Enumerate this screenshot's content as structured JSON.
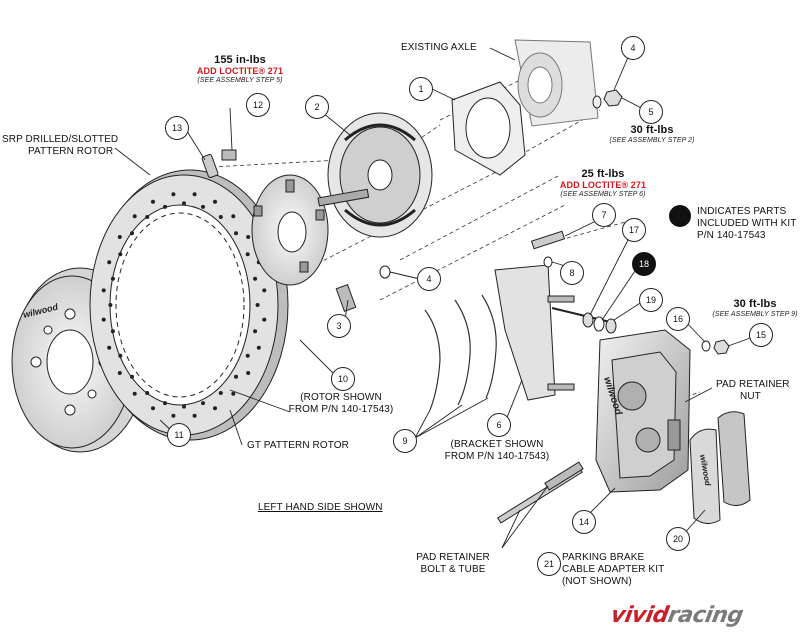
{
  "callouts": [
    {
      "id": "c1",
      "text": "1",
      "dark": false
    },
    {
      "id": "c2",
      "text": "2",
      "dark": false
    },
    {
      "id": "c3",
      "text": "3",
      "dark": false
    },
    {
      "id": "c4a",
      "text": "4",
      "dark": false
    },
    {
      "id": "c4b",
      "text": "4",
      "dark": false
    },
    {
      "id": "c5",
      "text": "5",
      "dark": false
    },
    {
      "id": "c6",
      "text": "6",
      "dark": false
    },
    {
      "id": "c7",
      "text": "7",
      "dark": false
    },
    {
      "id": "c8",
      "text": "8",
      "dark": false
    },
    {
      "id": "c9",
      "text": "9",
      "dark": false
    },
    {
      "id": "c10",
      "text": "10",
      "dark": false
    },
    {
      "id": "c11",
      "text": "11",
      "dark": false
    },
    {
      "id": "c12",
      "text": "12",
      "dark": false
    },
    {
      "id": "c13",
      "text": "13",
      "dark": false
    },
    {
      "id": "c14",
      "text": "14",
      "dark": false
    },
    {
      "id": "c15",
      "text": "15",
      "dark": false
    },
    {
      "id": "c16",
      "text": "16",
      "dark": false
    },
    {
      "id": "c17",
      "text": "17",
      "dark": false
    },
    {
      "id": "c18",
      "text": "18",
      "dark": true
    },
    {
      "id": "c19",
      "text": "19",
      "dark": false
    },
    {
      "id": "c20",
      "text": "20",
      "dark": false
    },
    {
      "id": "c21",
      "text": "21",
      "dark": false
    }
  ],
  "labels": {
    "existing_axle": "EXISTING AXLE",
    "srp_rotor_1": "SRP DRILLED/SLOTTED",
    "srp_rotor_2": "PATTERN ROTOR",
    "rotor_shown_1": "(ROTOR SHOWN",
    "rotor_shown_2": "FROM P/N 140-17543)",
    "gt_rotor": "GT PATTERN ROTOR",
    "bracket_shown_1": "(BRACKET SHOWN",
    "bracket_shown_2": "FROM P/N 140-17543)",
    "left_hand": "LEFT HAND SIDE SHOWN",
    "pad_retainer_bolt_1": "PAD RETAINER",
    "pad_retainer_bolt_2": "BOLT & TUBE",
    "parking_1": "PARKING BRAKE",
    "parking_2": "CABLE ADAPTER KIT",
    "parking_3": "(NOT SHOWN)",
    "pad_nut_1": "PAD RETAINER",
    "pad_nut_2": "NUT",
    "indicates_1": "INDICATES PARTS",
    "indicates_2": "INCLUDED WITH KIT",
    "indicates_3": "P/N 140-17543"
  },
  "torques": {
    "t155": {
      "value": "155 in-lbs",
      "loctite": "ADD LOCTITE® 271",
      "note": "(SEE ASSEMBLY STEP 5)"
    },
    "t30a": {
      "value": "30 ft-lbs",
      "note": "(SEE ASSEMBLY STEP 2)"
    },
    "t25": {
      "value": "25 ft-lbs",
      "loctite": "ADD LOCTITE® 271",
      "note": "(SEE ASSEMBLY STEP 6)"
    },
    "t30b": {
      "value": "30 ft-lbs",
      "note": "(SEE ASSEMBLY STEP 9)"
    }
  },
  "branding": {
    "drum": "wilwood",
    "caliper": "wilwood",
    "pad": "wilwood"
  },
  "watermark": {
    "part1": "vivid",
    "part2": "racing"
  },
  "colors": {
    "line": "#222222",
    "red": "#d4161c",
    "rotor": "#e8e8e8",
    "caliper": "#b9b9b9"
  }
}
